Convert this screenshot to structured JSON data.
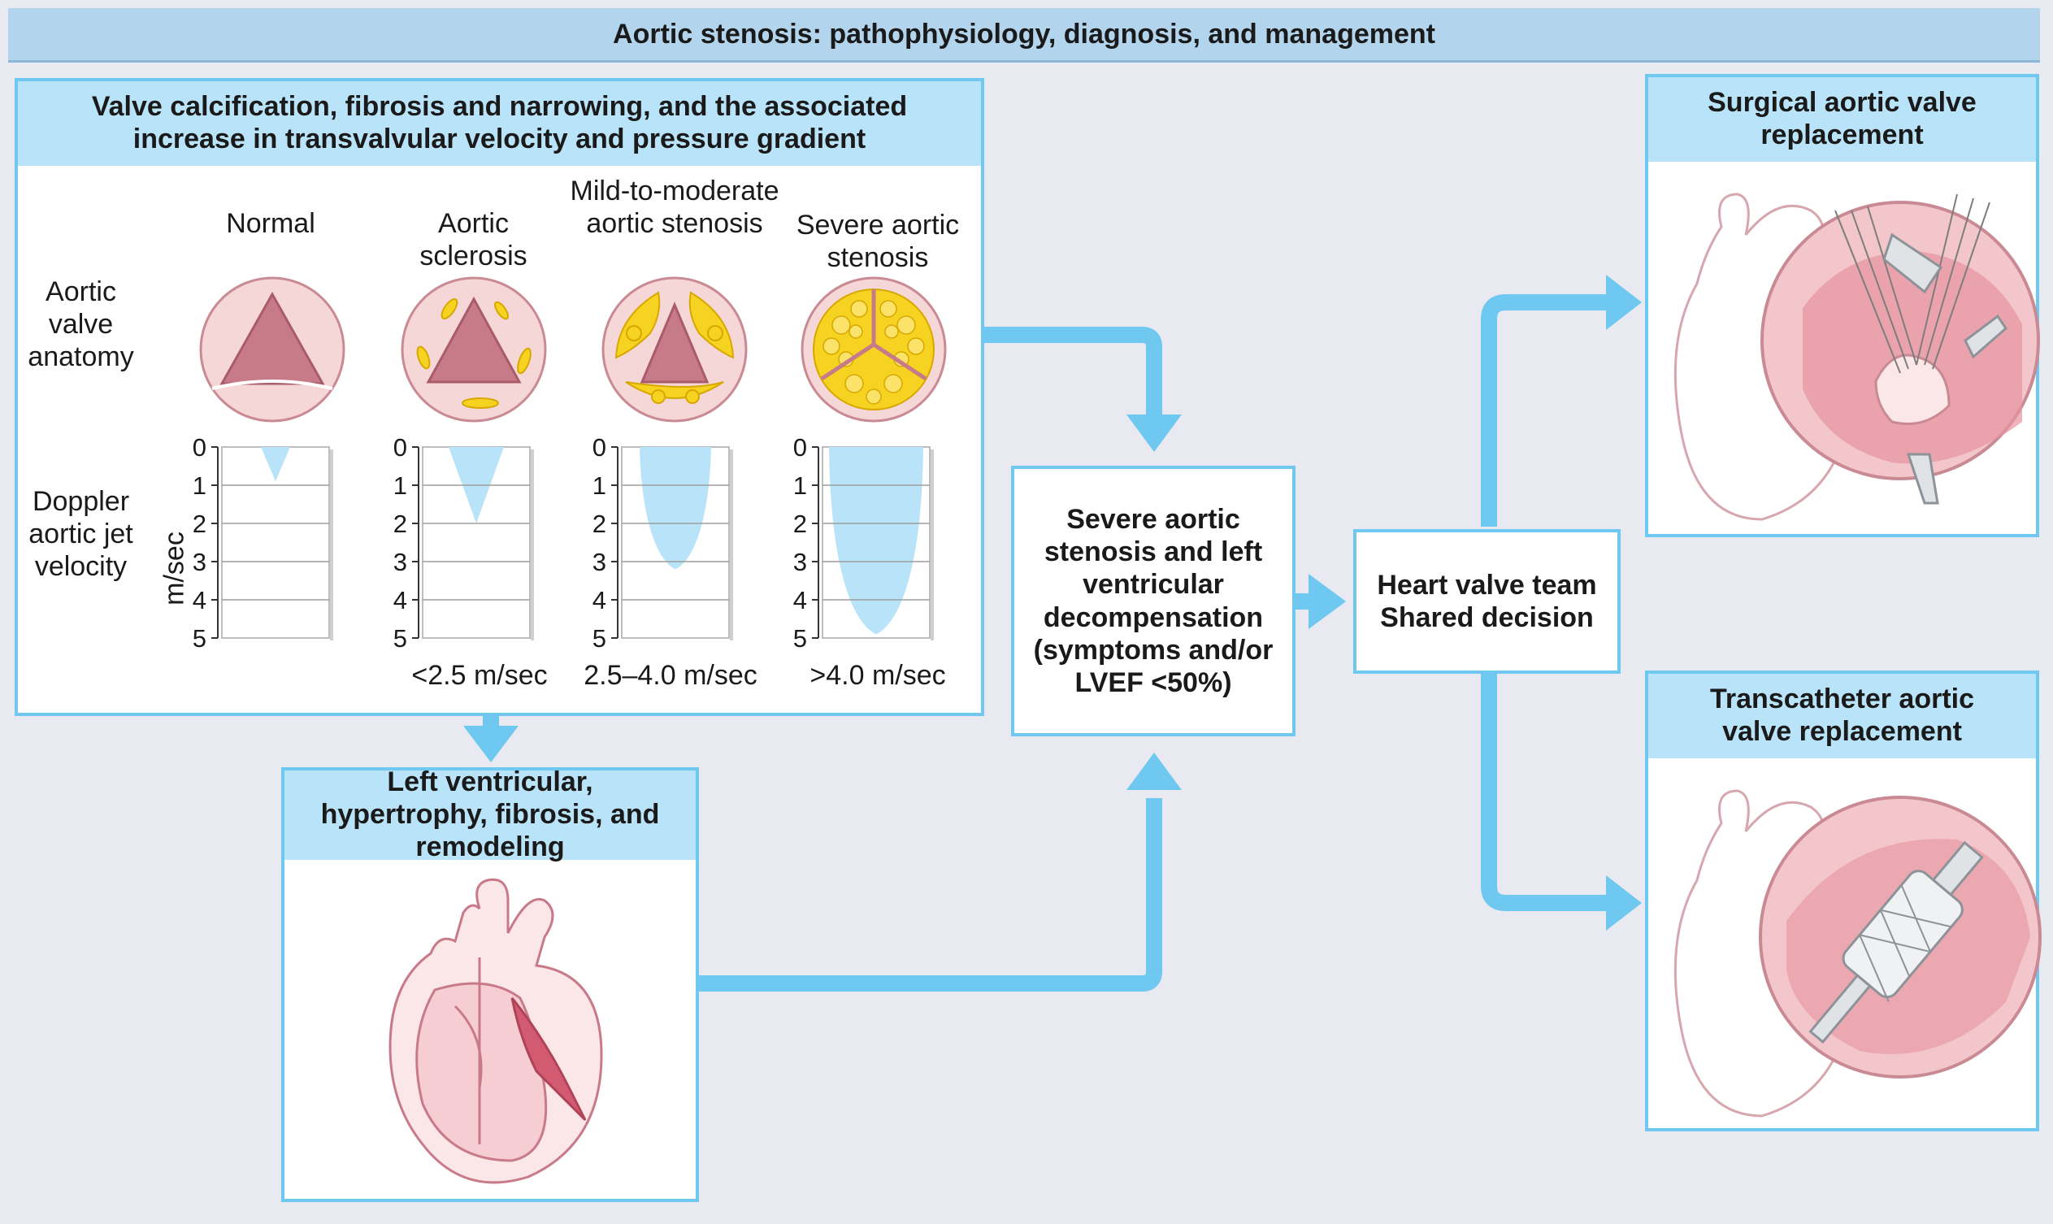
{
  "title": "Aortic stenosis: pathophysiology, diagnosis, and management",
  "panel_valve": {
    "heading": "Valve calcification, fibrosis and narrowing, and the associated increase in transvalvular velocity and pressure gradient",
    "row_label_anatomy": "Aortic valve anatomy",
    "row_label_doppler": "Doppler aortic jet velocity",
    "axis_unit": "m/sec",
    "axis_ticks": [
      "0",
      "1",
      "2",
      "3",
      "4",
      "5"
    ],
    "stages": [
      {
        "name": "Normal",
        "velocity_label": "",
        "jet_peak_m_per_sec": 0.9
      },
      {
        "name": "Aortic sclerosis",
        "velocity_label": "<2.5 m/sec",
        "jet_peak_m_per_sec": 2.0
      },
      {
        "name": "Mild-to-moderate aortic stenosis",
        "velocity_label": "2.5–4.0 m/sec",
        "jet_peak_m_per_sec": 3.2
      },
      {
        "name": "Severe aortic stenosis",
        "velocity_label": ">4.0 m/sec",
        "jet_peak_m_per_sec": 4.9
      }
    ]
  },
  "panel_lv": {
    "heading": "Left ventricular, hypertrophy, fibrosis, and remodeling"
  },
  "decompensation": {
    "text": "Severe aortic stenosis and left ventricular decompensation (symptoms and/or LVEF <50%)"
  },
  "team": {
    "line1": "Heart valve team",
    "line2": "Shared decision"
  },
  "savr": {
    "heading": "Surgical aortic valve replacement"
  },
  "tavr": {
    "heading": "Transcatheter aortic valve replacement"
  },
  "colors": {
    "arrow": "#6ec8ef",
    "header_fill": "#b9e3f8",
    "banner_fill": "#b2d4ec",
    "jet_fill": "#b9e3f8",
    "valve_pink": "#d98a96",
    "calcium_yellow": "#f6d320"
  }
}
